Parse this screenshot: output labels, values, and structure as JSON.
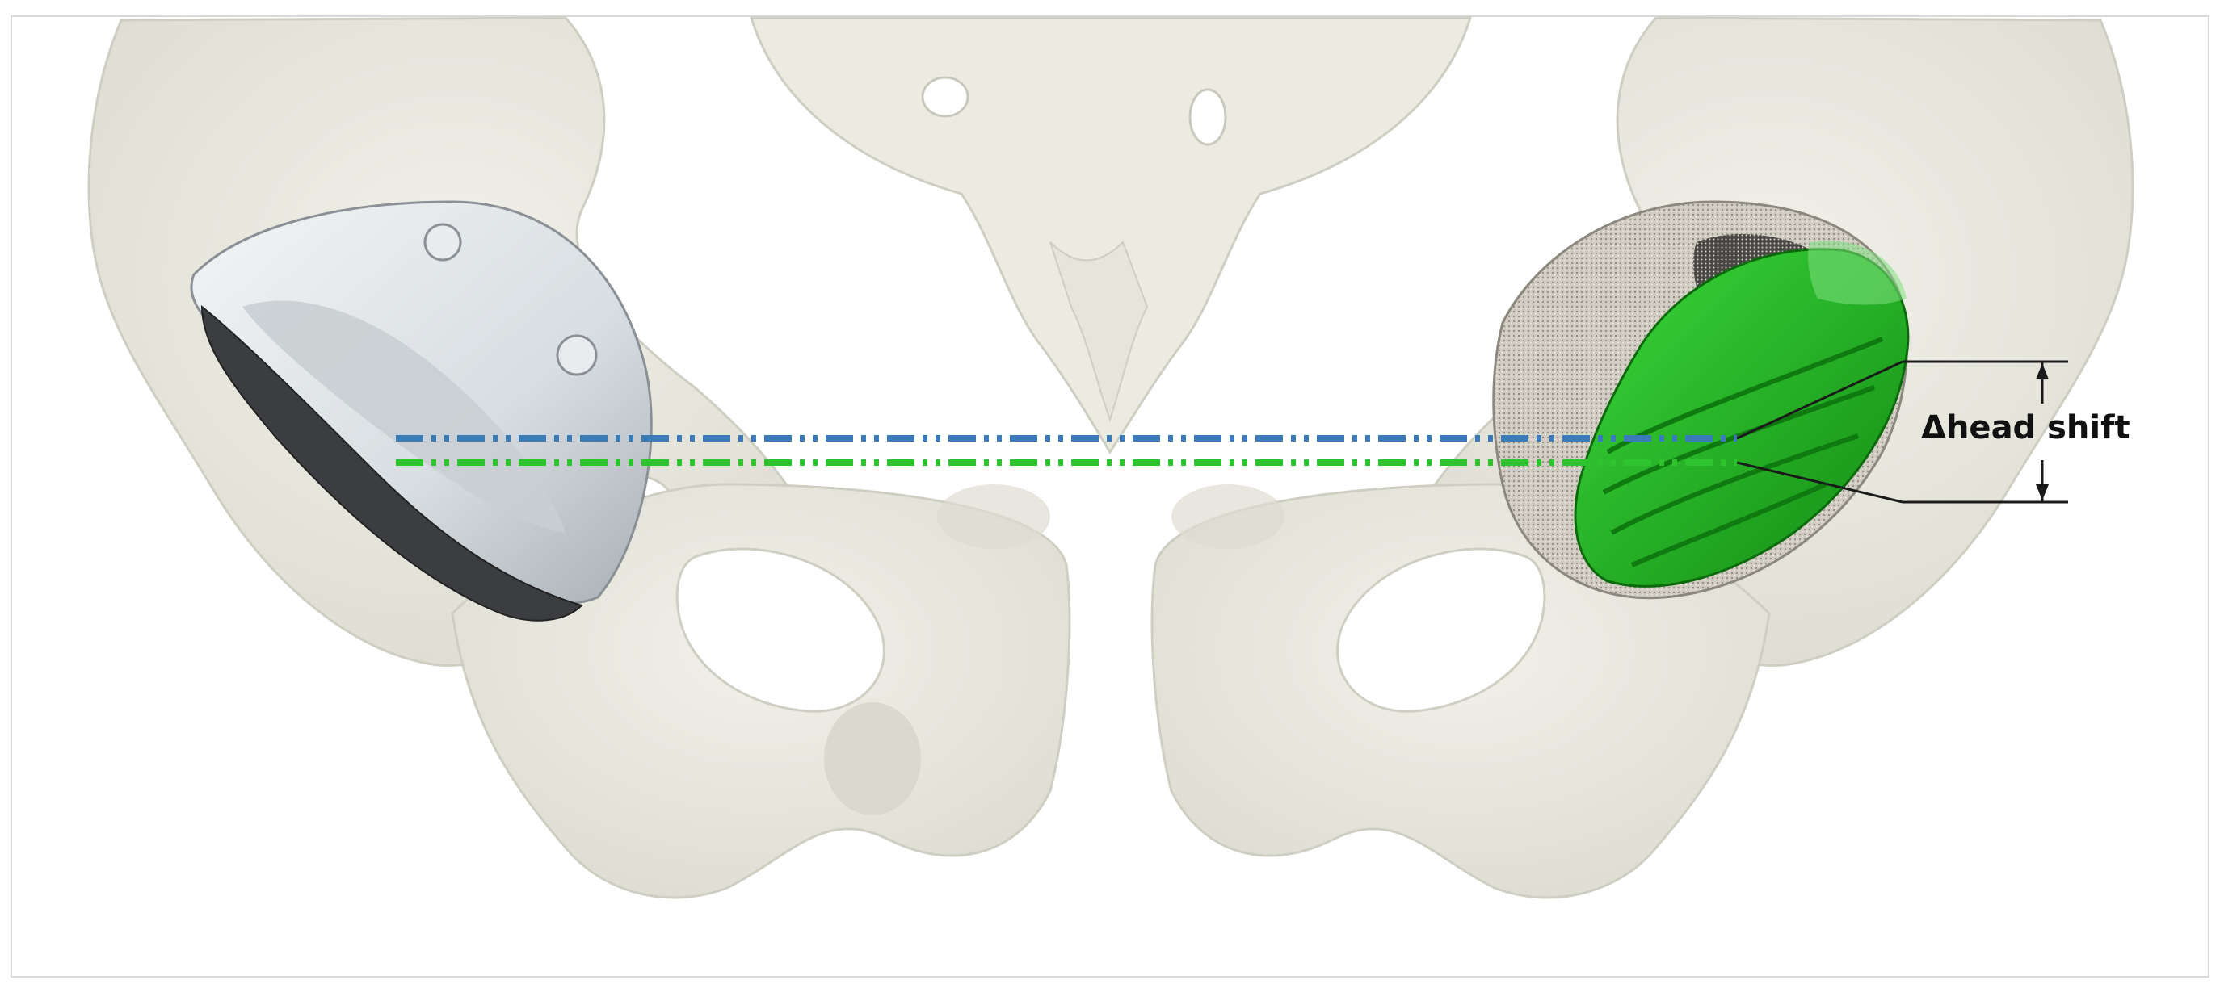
{
  "figure": {
    "annotation_label": "Δhead shift",
    "colors": {
      "background": "#ffffff",
      "bone": "#e9e8de",
      "bone_shadow": "#cfcec2",
      "left_cup": "#e4e8ea",
      "right_cup_porous": "#bdbab0",
      "right_cup_green": "#22b422",
      "line_blue": "#3a7bb8",
      "line_green": "#2ec42e",
      "dimension_line": "#1a1a1a"
    },
    "icons": {
      "pelvis": "pelvis-bone-illustration",
      "left_implant": "acetabular-cup-implant",
      "right_implant": "acetabular-cup-implant-with-augment"
    }
  }
}
